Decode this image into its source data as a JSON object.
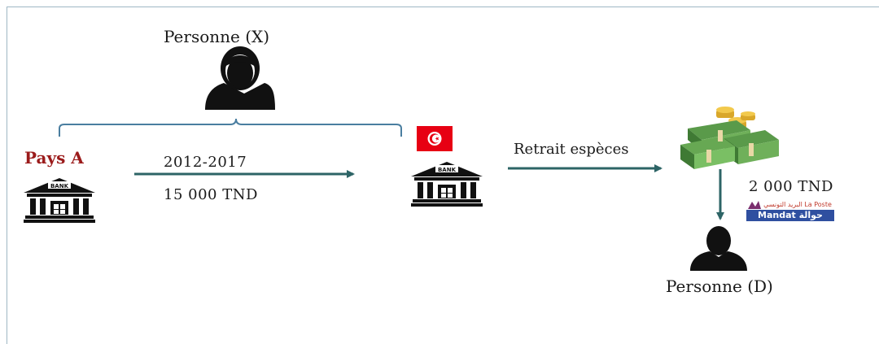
{
  "person_x": {
    "label": "Personne (X)"
  },
  "person_d": {
    "label": "Personne (D)"
  },
  "country_a": {
    "label": "Pays A"
  },
  "transfer": {
    "period": "2012-2017",
    "amount": "15 000 TND"
  },
  "withdrawal": {
    "label": "Retrait espèces"
  },
  "payout": {
    "amount": "2 000 TND",
    "logo_text_top": "البريد التونسي La Poste Tunisienne",
    "logo_text": "Mandat حوالة"
  },
  "icons": {
    "person_x": "person-silhouette-icon",
    "person_d": "person-silhouette-icon",
    "bank_a": "bank-building-icon",
    "bank_tn": "bank-building-icon",
    "flag": "tunisia-flag-icon",
    "money": "cash-stack-icon"
  },
  "colors": {
    "arrow": "#2d6466",
    "bracket": "#4a7ea0",
    "pays_label": "#9b1b1b",
    "flag_red": "#e70013",
    "mandat_blue": "#2f4fa0"
  }
}
